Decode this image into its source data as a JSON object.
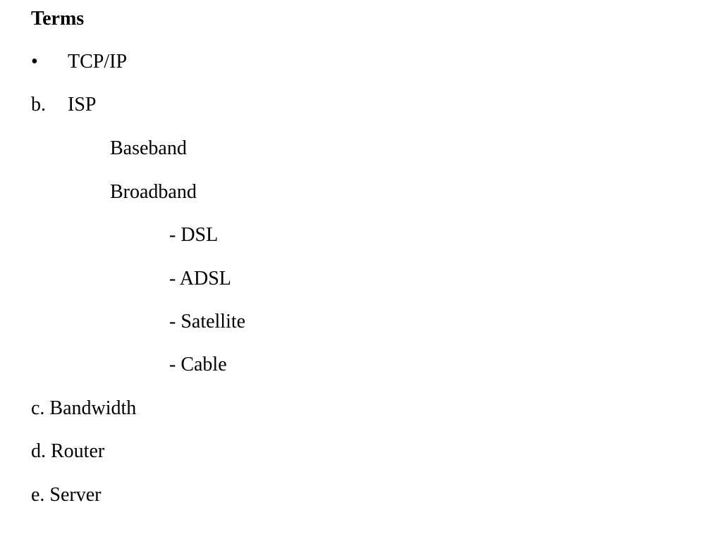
{
  "title": "Terms",
  "items": {
    "tcp": {
      "marker": "•",
      "text": "TCP/IP"
    },
    "isp": {
      "marker": "b.",
      "text": "ISP"
    },
    "baseband": "Baseband",
    "broadband": "Broadband",
    "dsl": "- DSL",
    "adsl": "- ADSL",
    "satellite": "- Satellite",
    "cable": "- Cable",
    "bandwidth": "c. Bandwidth",
    "router": "d. Router",
    "server": "e. Server"
  }
}
